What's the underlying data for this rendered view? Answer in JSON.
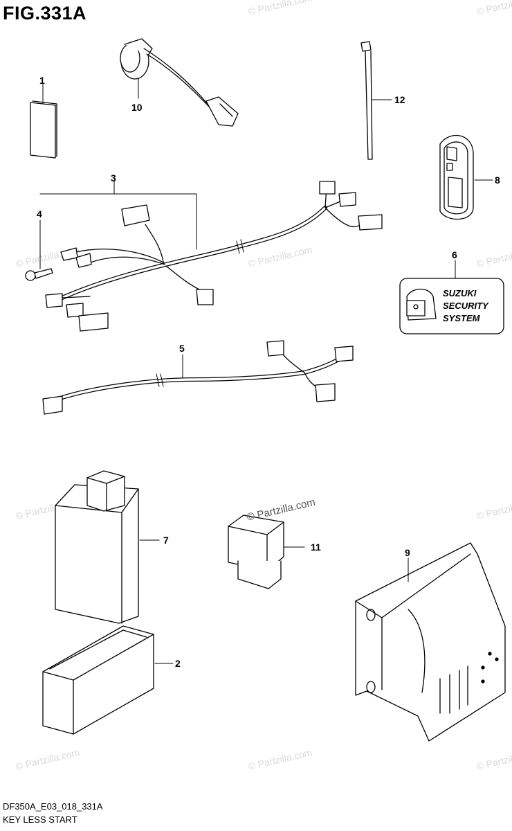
{
  "figure": {
    "title": "FIG.331A",
    "diagram_code": "DF350A_E03_018_331A",
    "caption": "KEY LESS START"
  },
  "watermark": {
    "text": "© Partzilla.com"
  },
  "sticker": {
    "line1": "SUZUKI",
    "line2": "SECURITY",
    "line3": "SYSTEM"
  },
  "callouts": [
    "1",
    "2",
    "3",
    "4",
    "5",
    "6",
    "7",
    "8",
    "9",
    "10",
    "11",
    "12"
  ]
}
